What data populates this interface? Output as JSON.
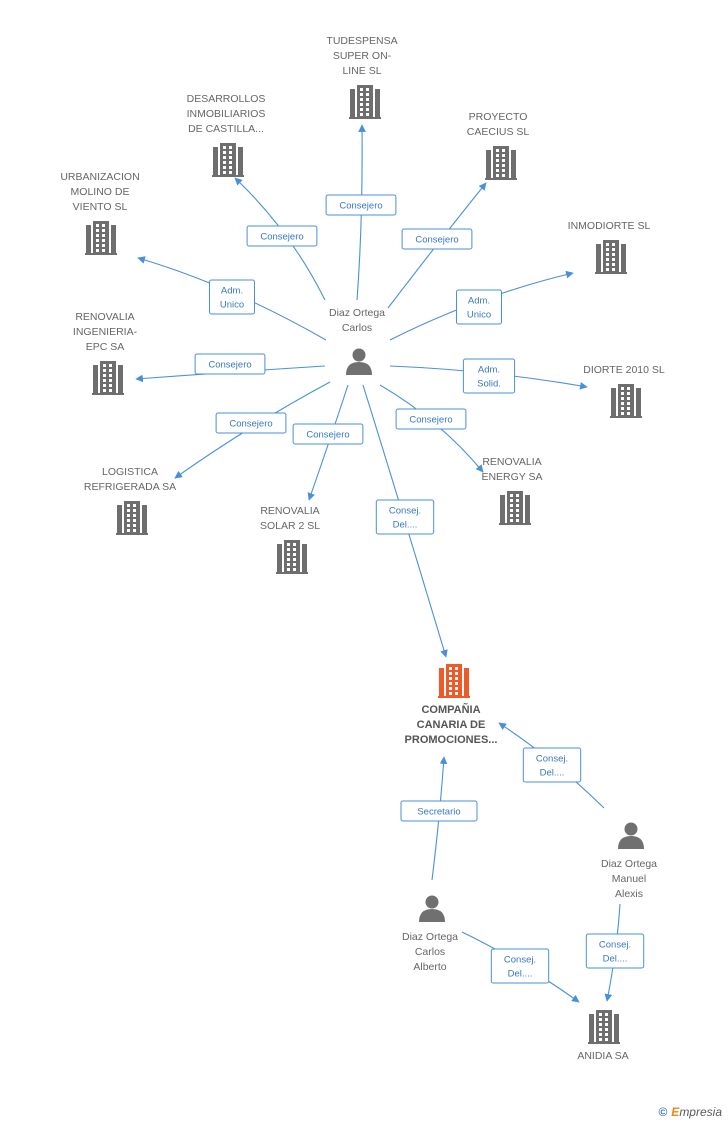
{
  "colors": {
    "edge": "#4a90d9",
    "company_icon": "#6e6e6e",
    "main_company_icon": "#f05a28",
    "person_icon": "#707070"
  },
  "nodes": [
    {
      "id": "tudespensa",
      "kind": "company",
      "lines": [
        "TUDESPENSA",
        "SUPER ON-",
        "LINE SL"
      ]
    },
    {
      "id": "desarrollos",
      "kind": "company",
      "lines": [
        "DESARROLLOS",
        "INMOBILIARIOS",
        "DE CASTILLA..."
      ]
    },
    {
      "id": "proyecto",
      "kind": "company",
      "lines": [
        "PROYECTO",
        "CAECIUS SL"
      ]
    },
    {
      "id": "urbanizacion",
      "kind": "company",
      "lines": [
        "URBANIZACION",
        "MOLINO DE",
        "VIENTO SL"
      ]
    },
    {
      "id": "inmodiorte",
      "kind": "company",
      "lines": [
        "INMODIORTE  SL"
      ]
    },
    {
      "id": "diaz_carlos",
      "kind": "person",
      "lines": [
        "Diaz Ortega",
        "Carlos"
      ]
    },
    {
      "id": "renovalia_ing",
      "kind": "company",
      "lines": [
        "RENOVALIA",
        "INGENIERIA-",
        "EPC SA"
      ]
    },
    {
      "id": "diorte",
      "kind": "company",
      "lines": [
        "DIORTE 2010 SL"
      ]
    },
    {
      "id": "logistica",
      "kind": "company",
      "lines": [
        "LOGISTICA",
        "REFRIGERADA SA"
      ]
    },
    {
      "id": "renovalia_energy",
      "kind": "company",
      "lines": [
        "RENOVALIA",
        "ENERGY SA"
      ]
    },
    {
      "id": "renovalia_solar",
      "kind": "company",
      "lines": [
        "RENOVALIA",
        "SOLAR 2 SL"
      ]
    },
    {
      "id": "compania",
      "kind": "main",
      "lines": [
        "COMPAÑIA",
        "CANARIA DE",
        "PROMOCIONES..."
      ]
    },
    {
      "id": "diaz_manuel",
      "kind": "person",
      "lines": [
        "Diaz Ortega",
        "Manuel",
        "Alexis"
      ]
    },
    {
      "id": "diaz_alberto",
      "kind": "person",
      "lines": [
        "Diaz Ortega",
        "Carlos",
        "Alberto"
      ]
    },
    {
      "id": "anidia",
      "kind": "company",
      "lines": [
        "ANIDIA SA"
      ]
    }
  ],
  "edges": [
    {
      "from": "diaz_carlos",
      "to": "tudespensa",
      "label": [
        "Consejero"
      ]
    },
    {
      "from": "diaz_carlos",
      "to": "desarrollos",
      "label": [
        "Consejero"
      ]
    },
    {
      "from": "diaz_carlos",
      "to": "proyecto",
      "label": [
        "Consejero"
      ]
    },
    {
      "from": "diaz_carlos",
      "to": "urbanizacion",
      "label": [
        "Adm.",
        "Unico"
      ]
    },
    {
      "from": "diaz_carlos",
      "to": "inmodiorte",
      "label": [
        "Adm.",
        "Unico"
      ]
    },
    {
      "from": "diaz_carlos",
      "to": "renovalia_ing",
      "label": [
        "Consejero"
      ]
    },
    {
      "from": "diaz_carlos",
      "to": "diorte",
      "label": [
        "Adm.",
        "Solid."
      ]
    },
    {
      "from": "diaz_carlos",
      "to": "logistica",
      "label": [
        "Consejero"
      ]
    },
    {
      "from": "diaz_carlos",
      "to": "renovalia_solar",
      "label": [
        "Consejero"
      ]
    },
    {
      "from": "diaz_carlos",
      "to": "renovalia_energy",
      "label": [
        "Consejero"
      ]
    },
    {
      "from": "diaz_carlos",
      "to": "compania",
      "label": [
        "Consej.",
        "Del...."
      ]
    },
    {
      "from": "diaz_alberto",
      "to": "compania",
      "label": [
        "Secretario"
      ]
    },
    {
      "from": "diaz_manuel",
      "to": "compania",
      "label": [
        "Consej.",
        "Del...."
      ]
    },
    {
      "from": "diaz_alberto",
      "to": "anidia",
      "label": [
        "Consej.",
        "Del...."
      ]
    },
    {
      "from": "diaz_manuel",
      "to": "anidia",
      "label": [
        "Consej.",
        "Del...."
      ]
    }
  ],
  "footer": {
    "copyright": "©",
    "brand_first": "E",
    "brand_rest": "mpresia"
  }
}
